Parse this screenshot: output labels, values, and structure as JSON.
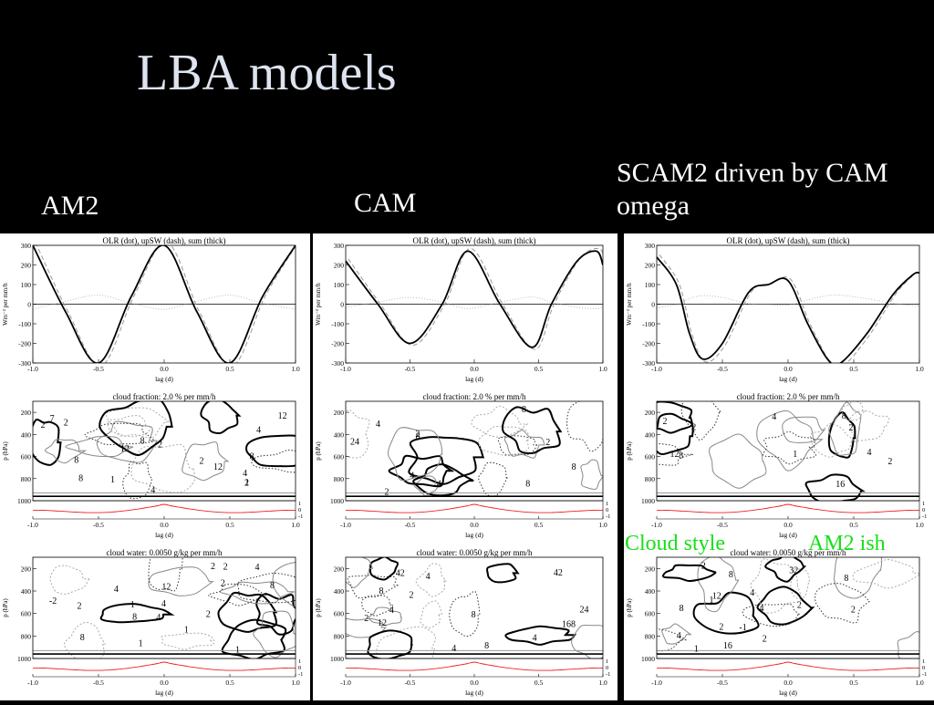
{
  "slide": {
    "title": "LBA models",
    "columns": [
      {
        "label": "AM2"
      },
      {
        "label": "CAM"
      },
      {
        "label": "SCAM2 driven by CAM omega"
      }
    ],
    "annotations": [
      {
        "text": "Cloud style"
      },
      {
        "text": "AM2 ish"
      }
    ]
  },
  "chart_data": [
    {
      "panel": "AM2",
      "type": "line",
      "title": "OLR (dot), upSW (dash), sum (thick)",
      "xlabel": "lag (d)",
      "ylabel": "Wm⁻² per mm/h",
      "xlim": [
        -1.0,
        1.0
      ],
      "ylim": [
        -300,
        300
      ],
      "xticks": [
        "-1.0",
        "-0.5",
        "0.0",
        "0.5",
        "1.0"
      ],
      "yticks": [
        "300",
        "200",
        "100",
        "0",
        "-100",
        "-200",
        "-300"
      ],
      "series": [
        {
          "style": "thick",
          "x": [
            -1.0,
            -0.75,
            -0.5,
            -0.25,
            0.0,
            0.25,
            0.5,
            0.75,
            1.0
          ],
          "y": [
            300,
            -40,
            -300,
            40,
            300,
            -40,
            -300,
            40,
            300
          ]
        }
      ]
    },
    {
      "panel": "AM2",
      "type": "contour",
      "title": "cloud fraction: 2.0 % per mm/h",
      "xlabel": "lag (d)",
      "ylabel": "p (hPa)",
      "xlim": [
        -1.0,
        1.0
      ],
      "ylim": [
        1000,
        100
      ],
      "xticks": [
        "-1.0",
        "-0.5",
        "0.0",
        "0.5",
        "1.0"
      ],
      "yticks": [
        "200",
        "400",
        "600",
        "800",
        "1000"
      ],
      "right_ticks": [
        "1",
        "0",
        "-1"
      ],
      "contour_labels": [
        "4",
        "8",
        "8",
        "8",
        "4",
        "1",
        "2",
        "12",
        "12",
        "2",
        "1",
        "8",
        "7",
        "2",
        "4",
        "2",
        "2",
        "12"
      ]
    },
    {
      "panel": "AM2",
      "type": "contour",
      "title": "cloud water: 0.0050 g/kg per mm/h",
      "xlabel": "lag (d)",
      "ylabel": "p (hPa)",
      "xlim": [
        -1.0,
        1.0
      ],
      "ylim": [
        1000,
        100
      ],
      "xticks": [
        "-1.0",
        "-0.5",
        "0.0",
        "0.5",
        "1.0"
      ],
      "yticks": [
        "200",
        "400",
        "600",
        "800",
        "1000"
      ],
      "right_ticks": [
        "1",
        "0",
        "-1"
      ],
      "contour_labels": [
        "1",
        "2",
        "4",
        "8",
        "4",
        "8",
        "2",
        "1",
        "-2",
        "1",
        "4",
        "2",
        "12",
        "2",
        "1",
        "8",
        "4",
        "2"
      ]
    },
    {
      "panel": "CAM",
      "type": "line",
      "title": "OLR (dot), upSW (dash), sum (thick)",
      "xlabel": "lag (d)",
      "ylabel": "Wm⁻² per mm/h",
      "xlim": [
        -1.0,
        1.0
      ],
      "ylim": [
        -300,
        300
      ],
      "xticks": [
        "-1.0",
        "-0.5",
        "0.0",
        "0.5",
        "1.0"
      ],
      "yticks": [
        "300",
        "200",
        "100",
        "0",
        "-100",
        "-200",
        "-300"
      ],
      "series": [
        {
          "style": "thick",
          "x": [
            -1.0,
            -0.75,
            -0.5,
            -0.25,
            -0.05,
            0.2,
            0.45,
            0.6,
            0.8,
            0.95,
            1.0
          ],
          "y": [
            220,
            0,
            -200,
            0,
            270,
            0,
            -220,
            0,
            220,
            270,
            200
          ]
        }
      ]
    },
    {
      "panel": "CAM",
      "type": "contour",
      "title": "cloud fraction: 2.0 % per mm/h",
      "xlabel": "lag (d)",
      "ylabel": "p (hPa)",
      "xlim": [
        -1.0,
        1.0
      ],
      "ylim": [
        1000,
        100
      ],
      "xticks": [
        "-1.0",
        "-0.5",
        "0.0",
        "0.5",
        "1.0"
      ],
      "yticks": [
        "200",
        "400",
        "600",
        "800",
        "1000"
      ],
      "right_ticks": [
        "1",
        "0",
        "-1"
      ],
      "contour_labels": [
        "4",
        "2",
        "4",
        "2",
        "8",
        "2",
        "4",
        "8",
        "8",
        "24",
        "8"
      ]
    },
    {
      "panel": "CAM",
      "type": "contour",
      "title": "cloud water: 0.0050 g/kg per mm/h",
      "xlabel": "lag (d)",
      "ylabel": "p (hPa)",
      "xlim": [
        -1.0,
        1.0
      ],
      "ylim": [
        1000,
        100
      ],
      "xticks": [
        "-1.0",
        "-0.5",
        "0.0",
        "0.5",
        "1.0"
      ],
      "yticks": [
        "200",
        "400",
        "600",
        "800",
        "1000"
      ],
      "right_ticks": [
        "1",
        "0",
        "-1"
      ],
      "contour_labels": [
        "42",
        "8",
        "4",
        "12",
        "4",
        "2",
        "8",
        "4",
        "2",
        "4",
        "8",
        "42",
        "168",
        "24"
      ]
    },
    {
      "panel": "SCAM2",
      "type": "line",
      "title": "OLR (dot), upSW (dash), sum (thick)",
      "xlabel": "lag (d)",
      "ylabel": "Wm⁻² per mm/h",
      "xlim": [
        -1.0,
        1.0
      ],
      "ylim": [
        -300,
        300
      ],
      "xticks": [
        "-1.0",
        "-0.5",
        "0.0",
        "0.5",
        "1.0"
      ],
      "yticks": [
        "300",
        "200",
        "100",
        "0",
        "-100",
        "-200",
        "-300"
      ],
      "series": [
        {
          "style": "thick",
          "x": [
            -1.0,
            -0.85,
            -0.75,
            -0.65,
            -0.5,
            -0.3,
            -0.15,
            0.0,
            0.15,
            0.3,
            0.4,
            0.6,
            0.8,
            0.95,
            1.0
          ],
          "y": [
            240,
            100,
            -150,
            -280,
            -200,
            60,
            100,
            120,
            -100,
            -280,
            -300,
            -150,
            50,
            150,
            160
          ]
        }
      ]
    },
    {
      "panel": "SCAM2",
      "type": "contour",
      "title": "cloud fraction: 2.0 % per mm/h",
      "xlabel": "lag (d)",
      "ylabel": "p (hPa)",
      "xlim": [
        -1.0,
        1.0
      ],
      "ylim": [
        1000,
        100
      ],
      "xticks": [
        "-1.0",
        "-0.5",
        "0.0",
        "0.5",
        "1.0"
      ],
      "yticks": [
        "200",
        "400",
        "600",
        "800",
        "1000"
      ],
      "right_ticks": [
        "1",
        "0",
        "-1"
      ],
      "contour_labels": [
        "4",
        "2",
        "12",
        "2",
        "16",
        "4",
        "2",
        "8",
        "8",
        "2",
        "1"
      ]
    },
    {
      "panel": "SCAM2",
      "type": "contour",
      "title": "cloud water: 0.0050 g/kg per mm/h",
      "xlabel": "lag (d)",
      "ylabel": "p (hPa)",
      "xlim": [
        -1.0,
        1.0
      ],
      "ylim": [
        1000,
        100
      ],
      "xticks": [
        "-1.0",
        "-0.5",
        "0.0",
        "0.5",
        "1.0"
      ],
      "yticks": [
        "200",
        "400",
        "600",
        "800",
        "1000"
      ],
      "right_ticks": [
        "1",
        "0",
        "-1"
      ],
      "contour_labels": [
        "-1",
        "2",
        "4",
        "8",
        "1",
        "2",
        "16",
        "32",
        "4",
        "12",
        "8",
        "2",
        "8",
        "2",
        "4",
        "2",
        "1"
      ]
    }
  ]
}
